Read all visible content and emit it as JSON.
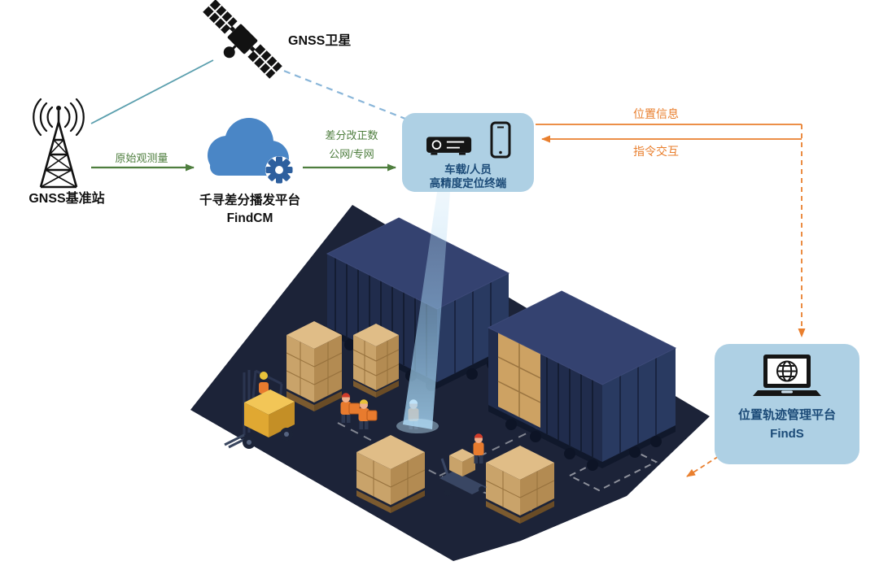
{
  "nodes": {
    "satellite": {
      "label": "GNSS卫星"
    },
    "base_station": {
      "label": "GNSS基准站"
    },
    "find_cm": {
      "name": "千寻差分播发平台",
      "product": "FindCM"
    },
    "terminal": {
      "line1": "车载/人员",
      "line2": "高精度定位终端"
    },
    "find_s": {
      "name": "位置轨迹管理平台",
      "product": "FindS"
    }
  },
  "links": {
    "raw_observation": {
      "label": "原始观测量"
    },
    "corrections": {
      "line1": "差分改正数",
      "line2": "公网/专网"
    },
    "position_info": {
      "label": "位置信息"
    },
    "command_interaction": {
      "label": "指令交互"
    }
  },
  "icons": {
    "satellite": "gnss-satellite-icon",
    "base_station": "antenna-tower-icon",
    "cloud_platform": "cloud-gear-icon",
    "terminal_receiver": "vehicle-terminal-icon",
    "terminal_phone": "smartphone-icon",
    "management_platform": "laptop-globe-icon"
  },
  "colors": {
    "panel_fill": "#aed0e4",
    "panel_text": "#1b4a77",
    "link_green": "#4e7e3e",
    "link_orange": "#e97f2e",
    "dash_blue": "#8ab6d9",
    "line_teal": "#5b9fae",
    "cloud_blue": "#4a86c6",
    "gear_blue": "#2d5f9e"
  }
}
